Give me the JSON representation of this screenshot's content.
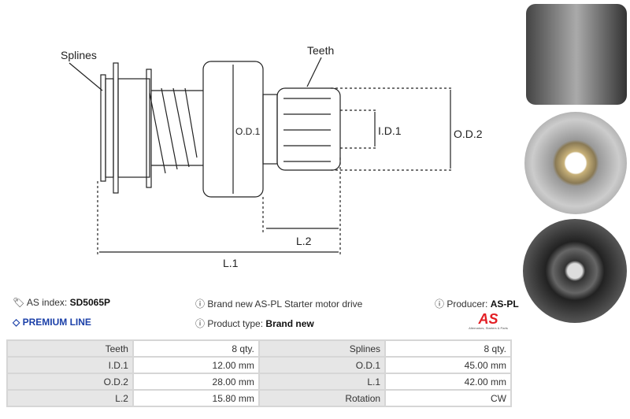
{
  "diagram": {
    "labels": {
      "splines": "Splines",
      "teeth": "Teeth",
      "od1": "O.D.1",
      "id1": "I.D.1",
      "od2": "O.D.2",
      "l2": "L.2",
      "l1": "L.1"
    }
  },
  "info": {
    "as_index_label": "AS index:",
    "as_index_value": "SD5065P",
    "premium": "PREMIUM LINE",
    "description": "Brand new AS-PL Starter motor drive",
    "product_type_label": "Product type:",
    "product_type_value": "Brand new",
    "producer_label": "Producer:",
    "producer_value": "AS-PL",
    "logo_text": "AS",
    "logo_tagline": "Alternators, Starters & Parts"
  },
  "colors": {
    "premium": "#1a3fa8",
    "logo": "#e31e24"
  },
  "specs": [
    [
      {
        "k": "Teeth",
        "v": "8 qty."
      },
      {
        "k": "Splines",
        "v": "8 qty."
      }
    ],
    [
      {
        "k": "I.D.1",
        "v": "12.00 mm"
      },
      {
        "k": "O.D.1",
        "v": "45.00 mm"
      }
    ],
    [
      {
        "k": "O.D.2",
        "v": "28.00 mm"
      },
      {
        "k": "L.1",
        "v": "42.00 mm"
      }
    ],
    [
      {
        "k": "L.2",
        "v": "15.80 mm"
      },
      {
        "k": "Rotation",
        "v": "CW"
      }
    ]
  ]
}
